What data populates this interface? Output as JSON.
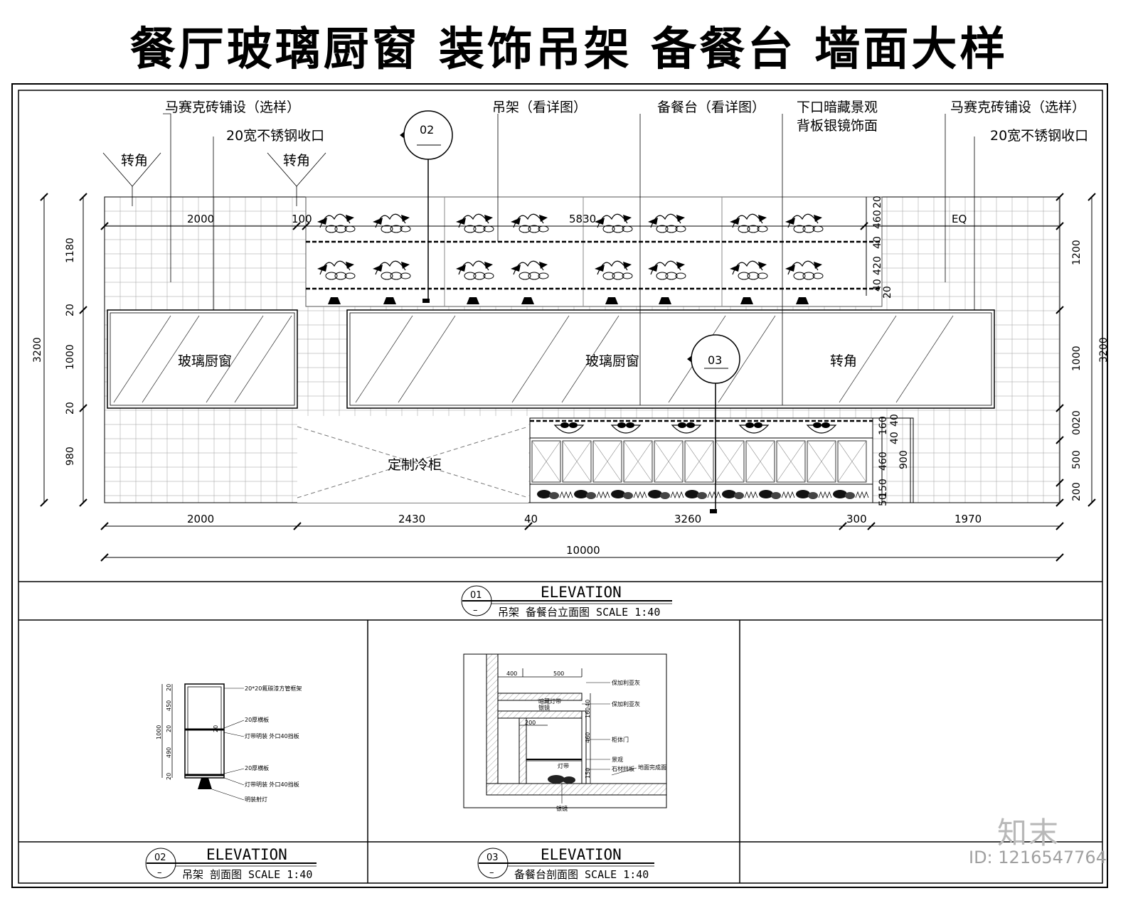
{
  "page_title": "餐厅玻璃厨窗  装饰吊架  备餐台  墙面大样",
  "callouts": {
    "mosaic_left": "马赛克砖铺设（选样）",
    "steel_left": "20宽不锈钢收口",
    "corner_1": "转角",
    "corner_2": "转角",
    "rack": "吊架（看详图）",
    "counter": "备餐台（看详图）",
    "hidden_line1": "下口暗藏景观",
    "hidden_line2": "背板银镜饰面",
    "mosaic_right": "马赛克砖铺设（选样）",
    "steel_right": "20宽不锈钢收口"
  },
  "section_marks": {
    "mark_02": "02",
    "mark_03": "03"
  },
  "labels": {
    "glass_left": "玻璃厨窗",
    "glass_center": "玻璃厨窗",
    "glass_corner": "转角",
    "fridge": "定制冷柜"
  },
  "dims": {
    "top_2000": "2000",
    "top_100": "100",
    "top_5830": "5830",
    "top_eq": "EQ",
    "bot_2000": "2000",
    "bot_2430": "2430",
    "bot_40": "40",
    "bot_3260": "3260",
    "bot_300": "300",
    "bot_1970": "1970",
    "total": "10000",
    "left_3200": "3200",
    "left_1180": "1180",
    "left_20a": "20",
    "left_1000": "1000",
    "left_20b": "20",
    "left_980": "980",
    "right_3200": "3200",
    "right_1200": "1200",
    "right_1000": "1000",
    "right_20": "20",
    "right_00": "00",
    "right_500": "500",
    "right_200": "200",
    "rack_20a": "20",
    "rack_460": "460",
    "rack_40a": "40",
    "rack_420": "420",
    "rack_40b": "40",
    "rack_20b": "20",
    "ctr_40a": "40",
    "ctr_160": "160",
    "ctr_40b": "40",
    "ctr_460": "460",
    "ctr_150": "150",
    "ctr_50": "50",
    "ctr_900": "900"
  },
  "panels": {
    "p01": {
      "num": "01",
      "sub": "–",
      "title": "ELEVATION",
      "caption": "吊架 备餐台立面图 SCALE 1:40"
    },
    "p02": {
      "num": "02",
      "sub": "–",
      "title": "ELEVATION",
      "caption": "吊架 剖面图 SCALE 1:40"
    },
    "p03": {
      "num": "03",
      "sub": "–",
      "title": "ELEVATION",
      "caption": "备餐台剖面图 SCALE 1:40"
    }
  },
  "sec02": {
    "n_top": "20",
    "n_450": "450",
    "n_20a": "20",
    "n_20b": "20",
    "n_490": "490",
    "n_20c": "20",
    "n_1000": "1000",
    "l1": "20*20氟碳漆方管框架",
    "l2": "20厚横板",
    "l3": "灯带明装 外口40挡板",
    "l4": "20厚横板",
    "l5": "灯带明装 外口40挡板",
    "l6": "明装射灯"
  },
  "sec03": {
    "d400": "400",
    "d500": "500",
    "d200": "200",
    "d40": "40",
    "d160": "160",
    "d460": "460",
    "d150": "150",
    "l1": "保加利亚灰",
    "l2": "暗藏灯带",
    "l3": "银镜",
    "l4": "保加利亚灰",
    "l5": "柜体门",
    "l6": "灯带",
    "l7": "景观",
    "l8": "石材挡板",
    "l9": "地面完成面",
    "l10": "银镜"
  },
  "watermark": {
    "logo": "知末",
    "id": "ID: 1216547764"
  }
}
